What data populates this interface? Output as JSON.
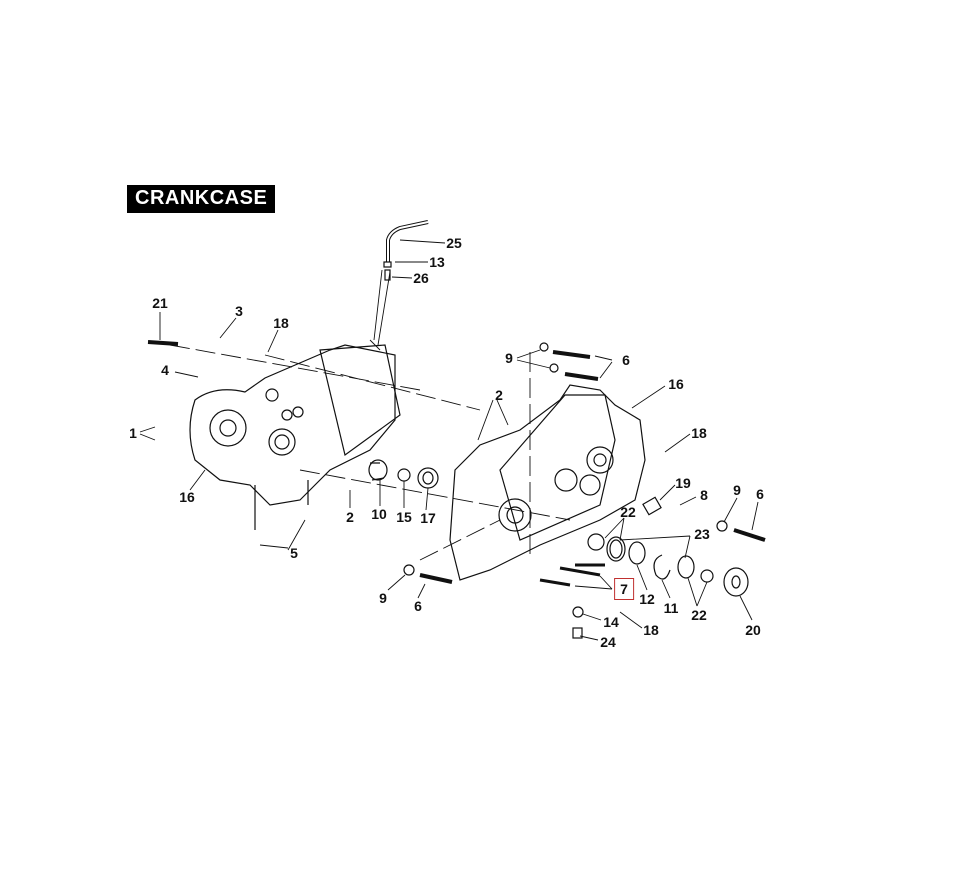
{
  "title": "CRANKCASE",
  "highlight_color": "#c0302f",
  "callouts": [
    "25",
    "13",
    "26",
    "21",
    "3",
    "18",
    "4",
    "1",
    "16",
    "2",
    "10",
    "15",
    "17",
    "5",
    "9",
    "6",
    "2",
    "16",
    "18",
    "19",
    "22",
    "8",
    "9",
    "6",
    "23",
    "7",
    "12",
    "11",
    "22",
    "20",
    "9",
    "6",
    "14",
    "18",
    "24"
  ],
  "highlighted_callout": "7"
}
